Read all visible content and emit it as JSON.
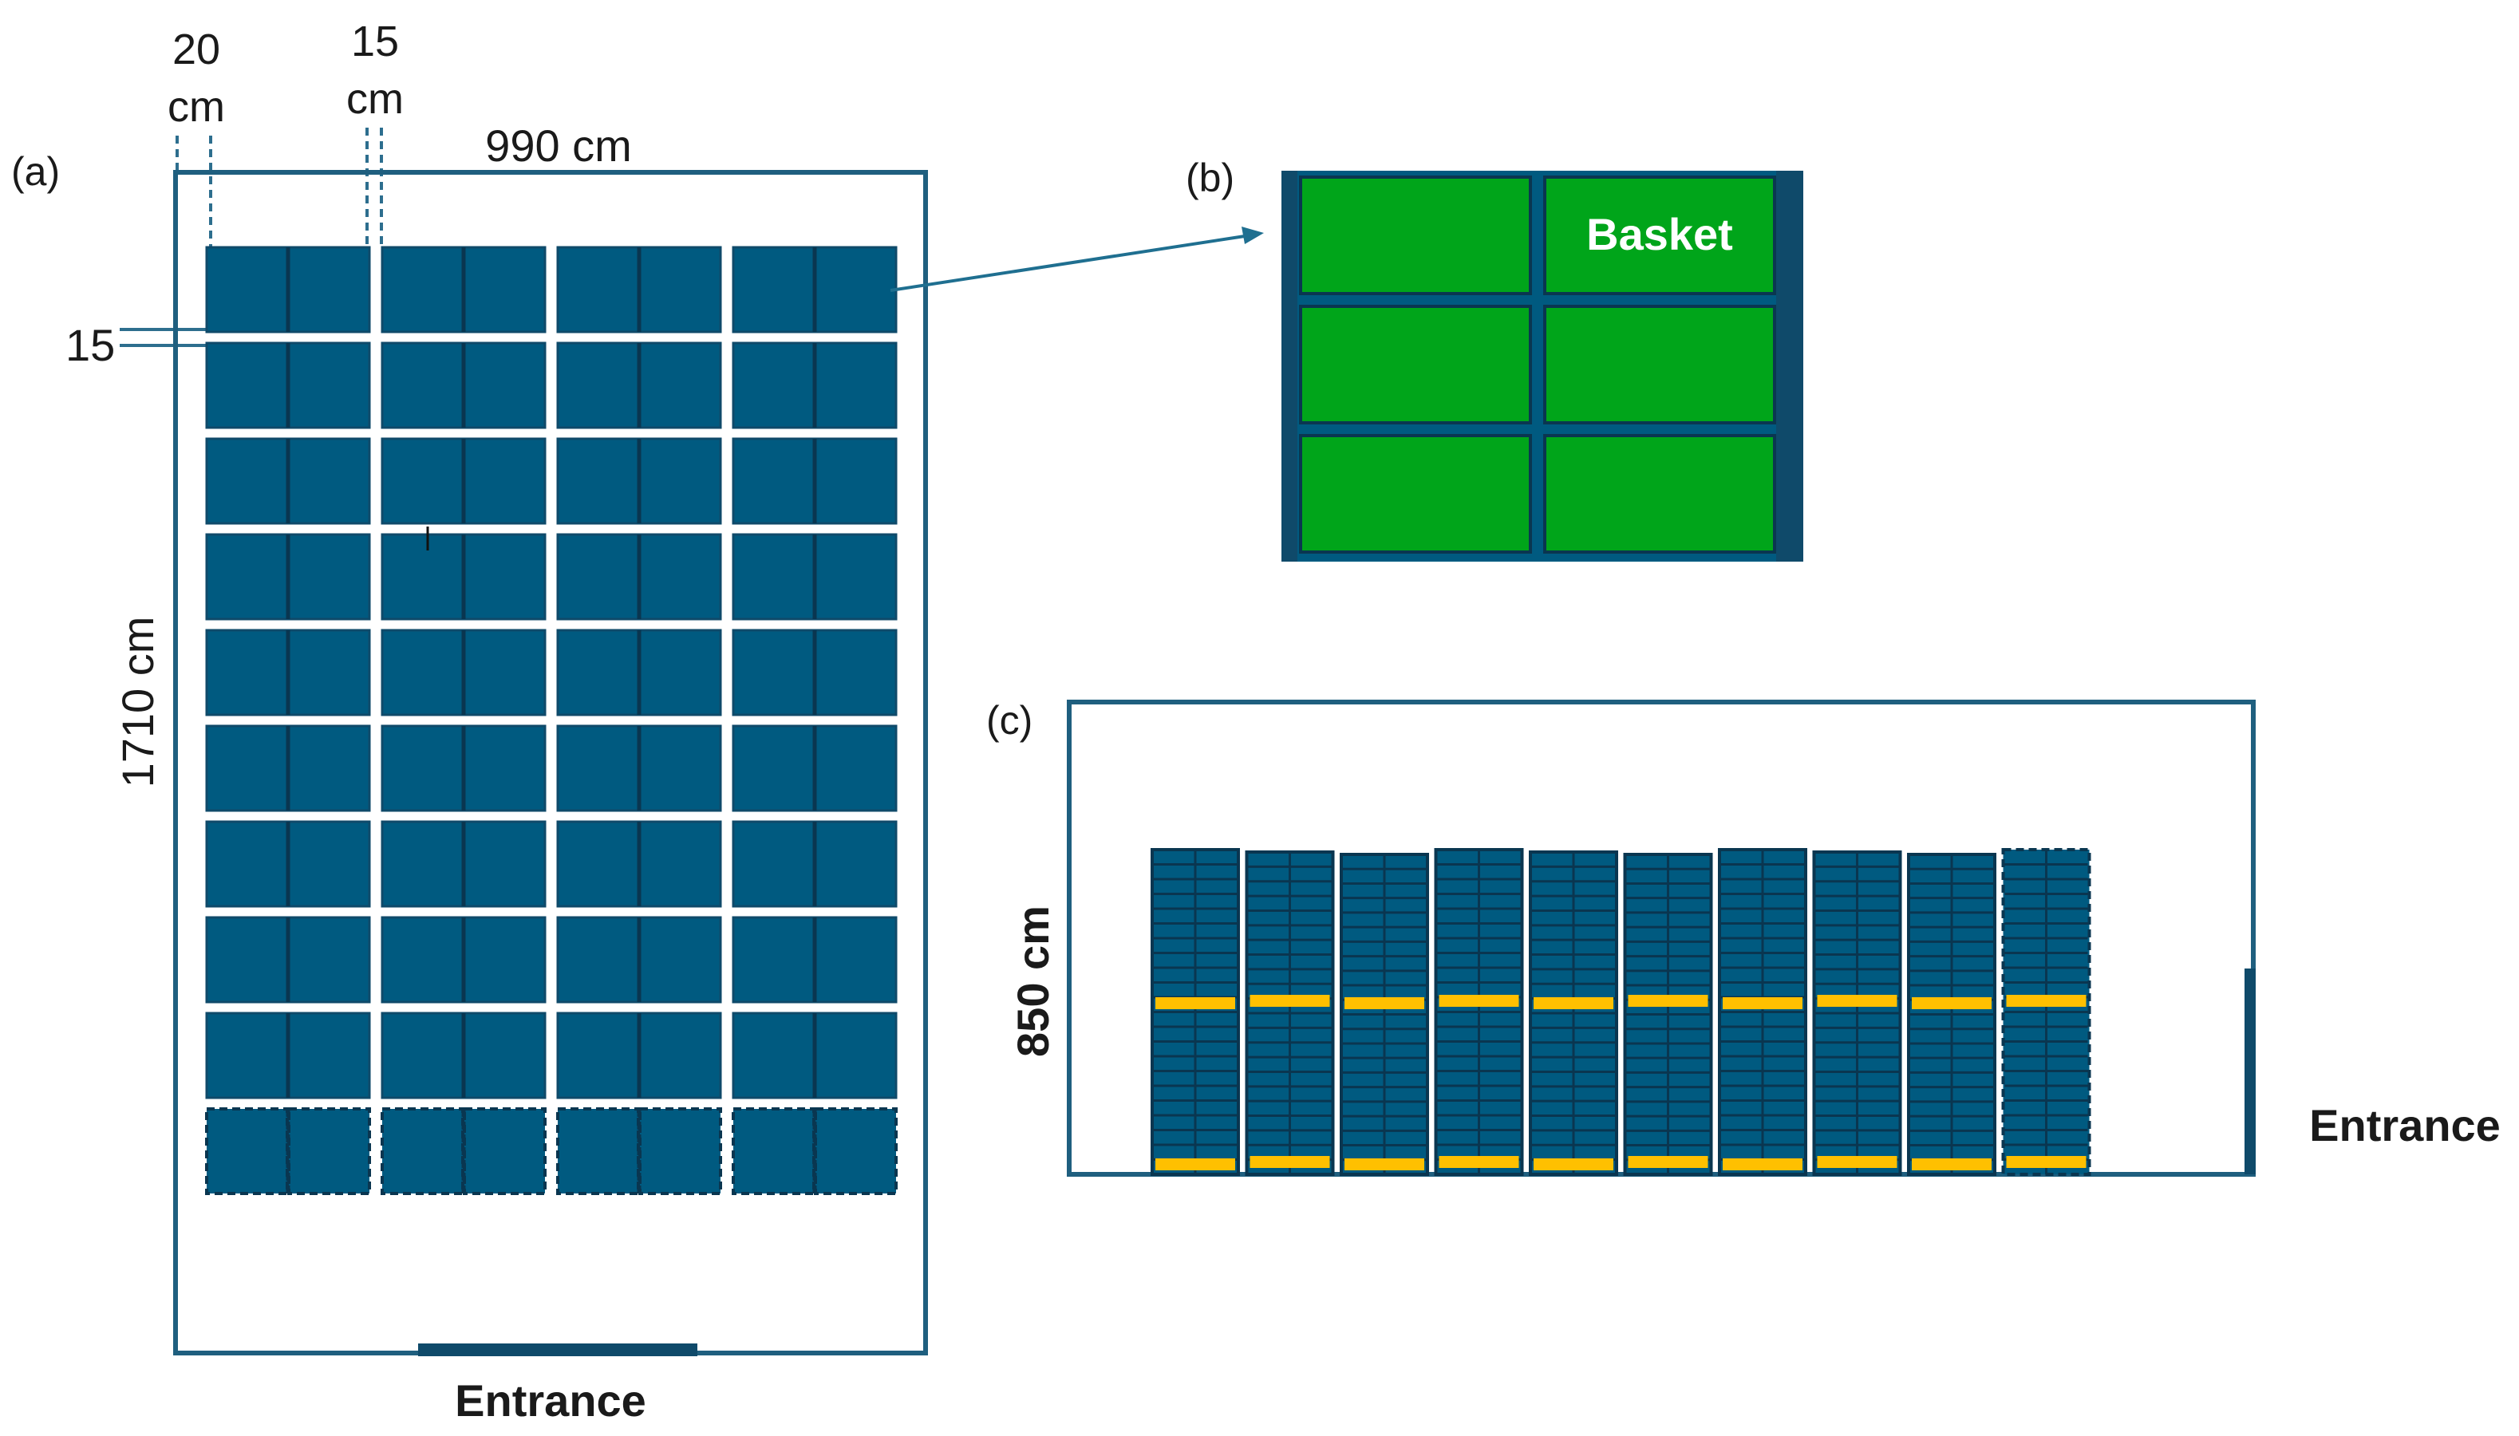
{
  "panel_a": {
    "label": "(a)",
    "dim_top_20": [
      "20",
      "cm"
    ],
    "dim_top_15": [
      "15",
      "cm"
    ],
    "width_label": "990 cm",
    "gap_15": "15",
    "height_label": "1710 cm",
    "entrance_label": "Entrance",
    "grid": {
      "columns": 4,
      "solid_rows": 9,
      "dashed_rows": 1,
      "baskets_per_block": 2
    }
  },
  "panel_b": {
    "label": "(b)",
    "basket_label": "Basket",
    "grid": {
      "rows": 3,
      "columns": 2
    }
  },
  "panel_c": {
    "label": "(c)",
    "height_label": "850 cm",
    "entrance_label": "Entrance",
    "stack_count": 10,
    "dashed_stacks": 1
  },
  "colors": {
    "rack_blue": "#005a80",
    "rack_edge": "#0f4a6a",
    "basket_green": "#00a51a",
    "level_yellow": "#ffc000",
    "outline": "#1f5f7f",
    "dim_line": "#2d6e8e"
  }
}
